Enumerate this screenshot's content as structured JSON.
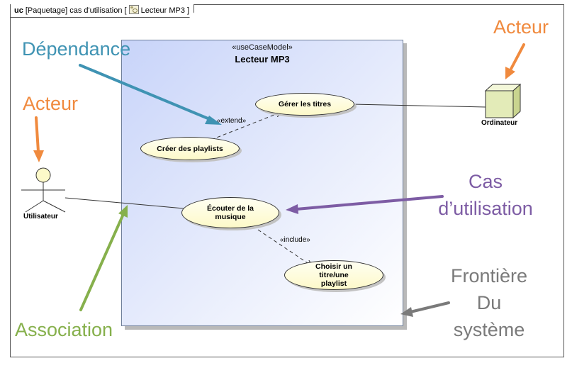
{
  "frame": {
    "kind": "uc",
    "package": "[Paquetage] cas d'utilisation",
    "diagram_name": "Lecteur MP3"
  },
  "boundary": {
    "stereotype": "«useCaseModel»",
    "title": "Lecteur MP3"
  },
  "use_cases": {
    "gerer": "Gérer les titres",
    "creer": "Créer des playlists",
    "ecouter": "Écouter de la musique",
    "choisir": "Choisir un titre/une playlist"
  },
  "actors": {
    "utilisateur": "Utilisateur",
    "ordinateur": "Ordinateur"
  },
  "relations": {
    "extend": "«extend»",
    "include": "«include»"
  },
  "annotations": {
    "dependance": "Dépendance",
    "acteur_left": "Acteur",
    "acteur_right": "Acteur",
    "cas_line1": "Cas",
    "cas_line2": "d’utilisation",
    "frontiere_line1": "Frontière",
    "frontiere_line2": "Du",
    "frontiere_line3": "système",
    "association": "Association"
  },
  "colors": {
    "dependance": "#3f93b3",
    "acteur": "#f08a3e",
    "cas": "#7d5ca4",
    "frontiere": "#7a7a7a",
    "association": "#86b04c",
    "boundary_fill": "#c8d4f9",
    "usecase_fill": "#fdf9c9",
    "node_fill": "#e3ebb8"
  }
}
